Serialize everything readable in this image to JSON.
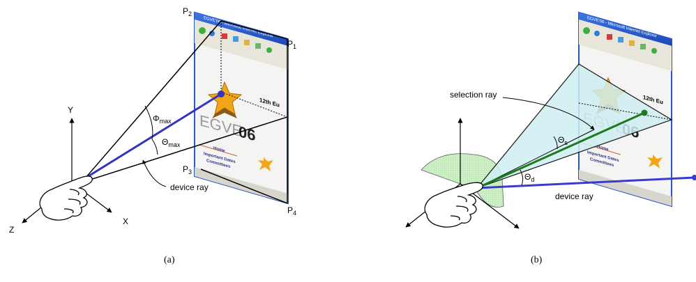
{
  "panel_a": {
    "points": {
      "p1": "P",
      "p1_sub": "1",
      "p2": "P",
      "p2_sub": "2",
      "p3": "P",
      "p3_sub": "3",
      "p4": "P",
      "p4_sub": "4"
    },
    "axes": {
      "y": "Y",
      "x": "X",
      "z": "Z"
    },
    "angles": {
      "phi": "Φ",
      "phi_sub": "max",
      "theta": "Θ",
      "theta_sub": "max"
    },
    "device_ray_label": "device ray",
    "caption": "(a)"
  },
  "panel_b": {
    "selection_ray_label": "selection ray",
    "device_ray_label": "device ray",
    "angles": {
      "theta_s": "Θ",
      "theta_s_sub": "s",
      "theta_d": "Θ",
      "theta_d_sub": "d"
    },
    "caption": "(b)"
  },
  "browser": {
    "title": "EGVE'06 - Microsoft Internet Explorer",
    "logo_text": "EGVE",
    "logo_year": "06",
    "conference_text": "12th Eu",
    "links": [
      "Home",
      "Important Dates",
      "Committees"
    ]
  },
  "colors": {
    "device_ray_a": "#3333bb",
    "device_ray_b": "#3a3ad0",
    "selection_ray": "#1d7a1d",
    "selection_cone": "#cfeff2",
    "hand_cone": "#c8eec0",
    "titlebar": "#2857c9",
    "star": "#f2a516"
  }
}
